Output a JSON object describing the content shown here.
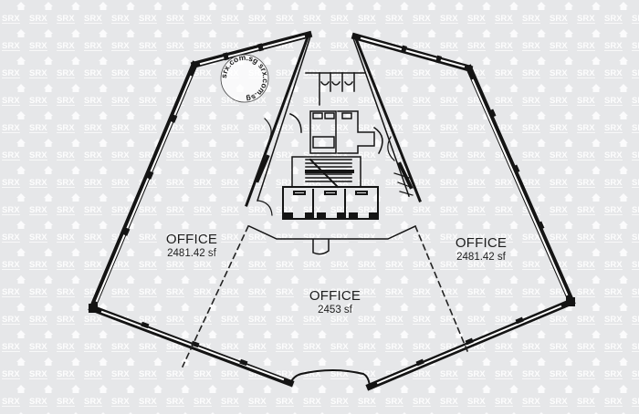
{
  "watermark": {
    "text": "SRX",
    "icon": "house-icon",
    "tile_size": 30,
    "background": "#e6e7e9",
    "mark_color": "#ffffff"
  },
  "stamp": {
    "text": "srx.com.sg srx.com.sg"
  },
  "rooms": [
    {
      "id": "office-left",
      "name": "OFFICE",
      "area": "2481.42 sf"
    },
    {
      "id": "office-center",
      "name": "OFFICE",
      "area": "2453 sf"
    },
    {
      "id": "office-right",
      "name": "OFFICE",
      "area": "2481.42 sf"
    }
  ],
  "colors": {
    "wall": "#141414",
    "window": "#ffffff",
    "line": "#222222"
  }
}
